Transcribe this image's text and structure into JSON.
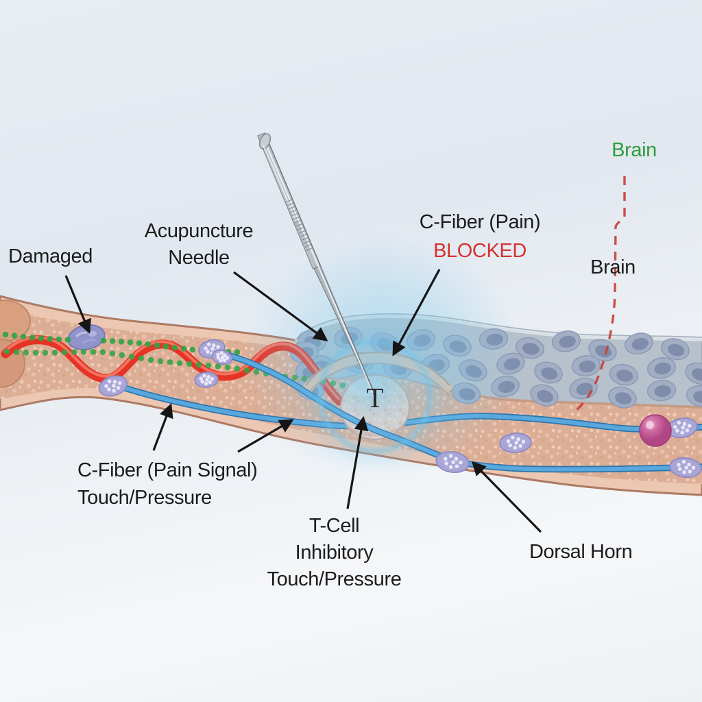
{
  "labels": {
    "damaged": "Damaged",
    "acupuncture_needle": [
      "Acupuncture",
      "Needle"
    ],
    "c_fiber_pain": "C-Fiber (Pain)",
    "blocked": "BLOCKED",
    "brain_top": "Brain",
    "brain_lower": "Brain",
    "c_fiber_pain_signal": "C-Fiber (Pain Signal)",
    "touch_pressure": "Touch/Pressure",
    "t_cell_lines": [
      "T-Cell",
      "Inhibitory",
      "Touch/Pressure"
    ],
    "dorsal_horn": "Dorsal Horn",
    "t_cell_letter": "T"
  },
  "colors": {
    "ink": "#1c1c1c",
    "brain_green": "#2f9c40",
    "blocked_red": "#d63230",
    "dashed_red": "#c9403a",
    "pain_fiber_red": "#e53425",
    "pain_fiber_highlight": "#f97f6c",
    "touch_fiber_blue": "#58a7dd",
    "touch_fiber_dark": "#2d74ac",
    "green_dots": "#33a344",
    "nerve_outline": "#ad7963",
    "nerve_sheath": "#ecc7b2",
    "nerve_tissue": "#dcae96",
    "gray_band": "#b7c1cc",
    "gray_band_edge": "#9aa5b1",
    "cell_fill": "#a2aec4",
    "cell_stroke": "#8b97b3",
    "cell_nucleus": "#7b8aa8",
    "node_fill": "#a9a5d6",
    "node_stroke": "#8a86c2",
    "node_dots": "#eceafa",
    "damaged_fill": "#9193cb",
    "damaged_stroke": "#7376b2",
    "t_cell_stroke": "#cfa08c",
    "pink_cell": "#c8538f",
    "glow": "#6fc2e9",
    "needle_dark": "#70767c",
    "needle_mid": "#aeb5bb",
    "needle_light": "#eef2f4"
  }
}
